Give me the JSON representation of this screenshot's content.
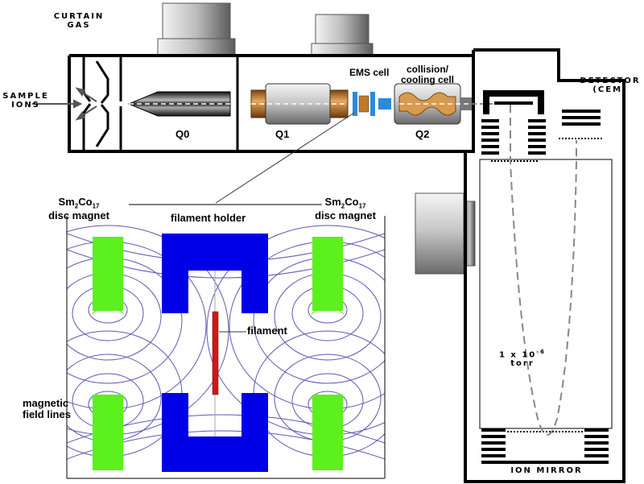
{
  "labels": {
    "curtain_gas_line1": "CURTAIN",
    "curtain_gas_line2": "GAS",
    "sample_ions_line1": "SAMPLE",
    "sample_ions_line2": "IONS",
    "q0": "Q0",
    "q1": "Q1",
    "q2": "Q2",
    "ems_cell": "EMS cell",
    "collision_line1": "collision/",
    "collision_line2": "cooling cell",
    "detector_line1": "DETECTOR",
    "detector_line2": "(CEM)",
    "magnet_left_line1_base": "Sm",
    "magnet_left_sub1": "2",
    "magnet_left_mid": "Co",
    "magnet_left_sub2": "17",
    "magnet_left_line2": "disc magnet",
    "magnet_right_line1_base": "Sm",
    "magnet_right_sub1": "2",
    "magnet_right_mid": "Co",
    "magnet_right_sub2": "17",
    "magnet_right_line2": "disc magnet",
    "filament_holder": "filament holder",
    "filament": "filament",
    "field_lines_line1": "magnetic",
    "field_lines_line2": "field lines",
    "pressure_line1_base": "1 x 10",
    "pressure_exp": "-6",
    "pressure_line2": "torr",
    "ion_mirror": "ION MIRROR"
  },
  "colors": {
    "magnet": "#5cf01e",
    "holder": "#0000e6",
    "filament": "#d01818",
    "copper": "#c07a2a",
    "ems_blue": "#2a8ae0",
    "field_line": "#5a5ab4"
  }
}
